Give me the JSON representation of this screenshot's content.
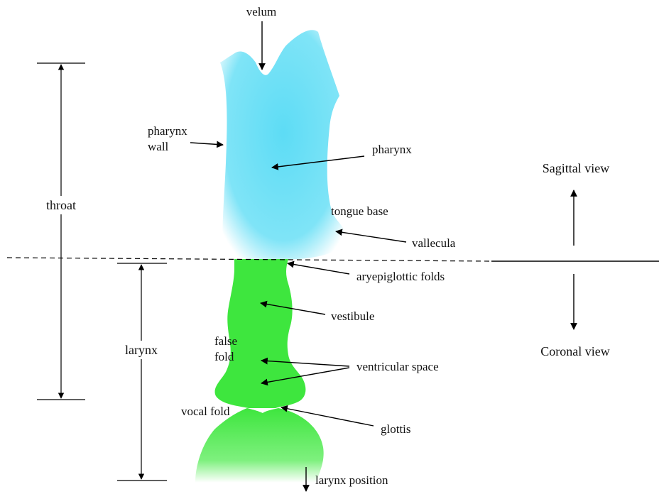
{
  "labels": {
    "velum": "velum",
    "pharynx_wall": [
      "pharynx",
      "wall"
    ],
    "pharynx": "pharynx",
    "throat": "throat",
    "tongue_base": "tongue base",
    "vallecula": "vallecula",
    "aryepiglottic_folds": "aryepiglottic folds",
    "vestibule": "vestibule",
    "larynx": "larynx",
    "false_fold": [
      "false",
      "fold"
    ],
    "ventricular_space": "ventricular space",
    "vocal_fold": "vocal fold",
    "glottis": "glottis",
    "larynx_position": "larynx position",
    "sagittal_view": "Sagittal view",
    "coronal_view": "Coronal view"
  },
  "colors": {
    "pharynx_fill": "#5ddcf5",
    "larynx_fill": "#3ee63e",
    "text": "#111111",
    "lines": "#000000"
  }
}
